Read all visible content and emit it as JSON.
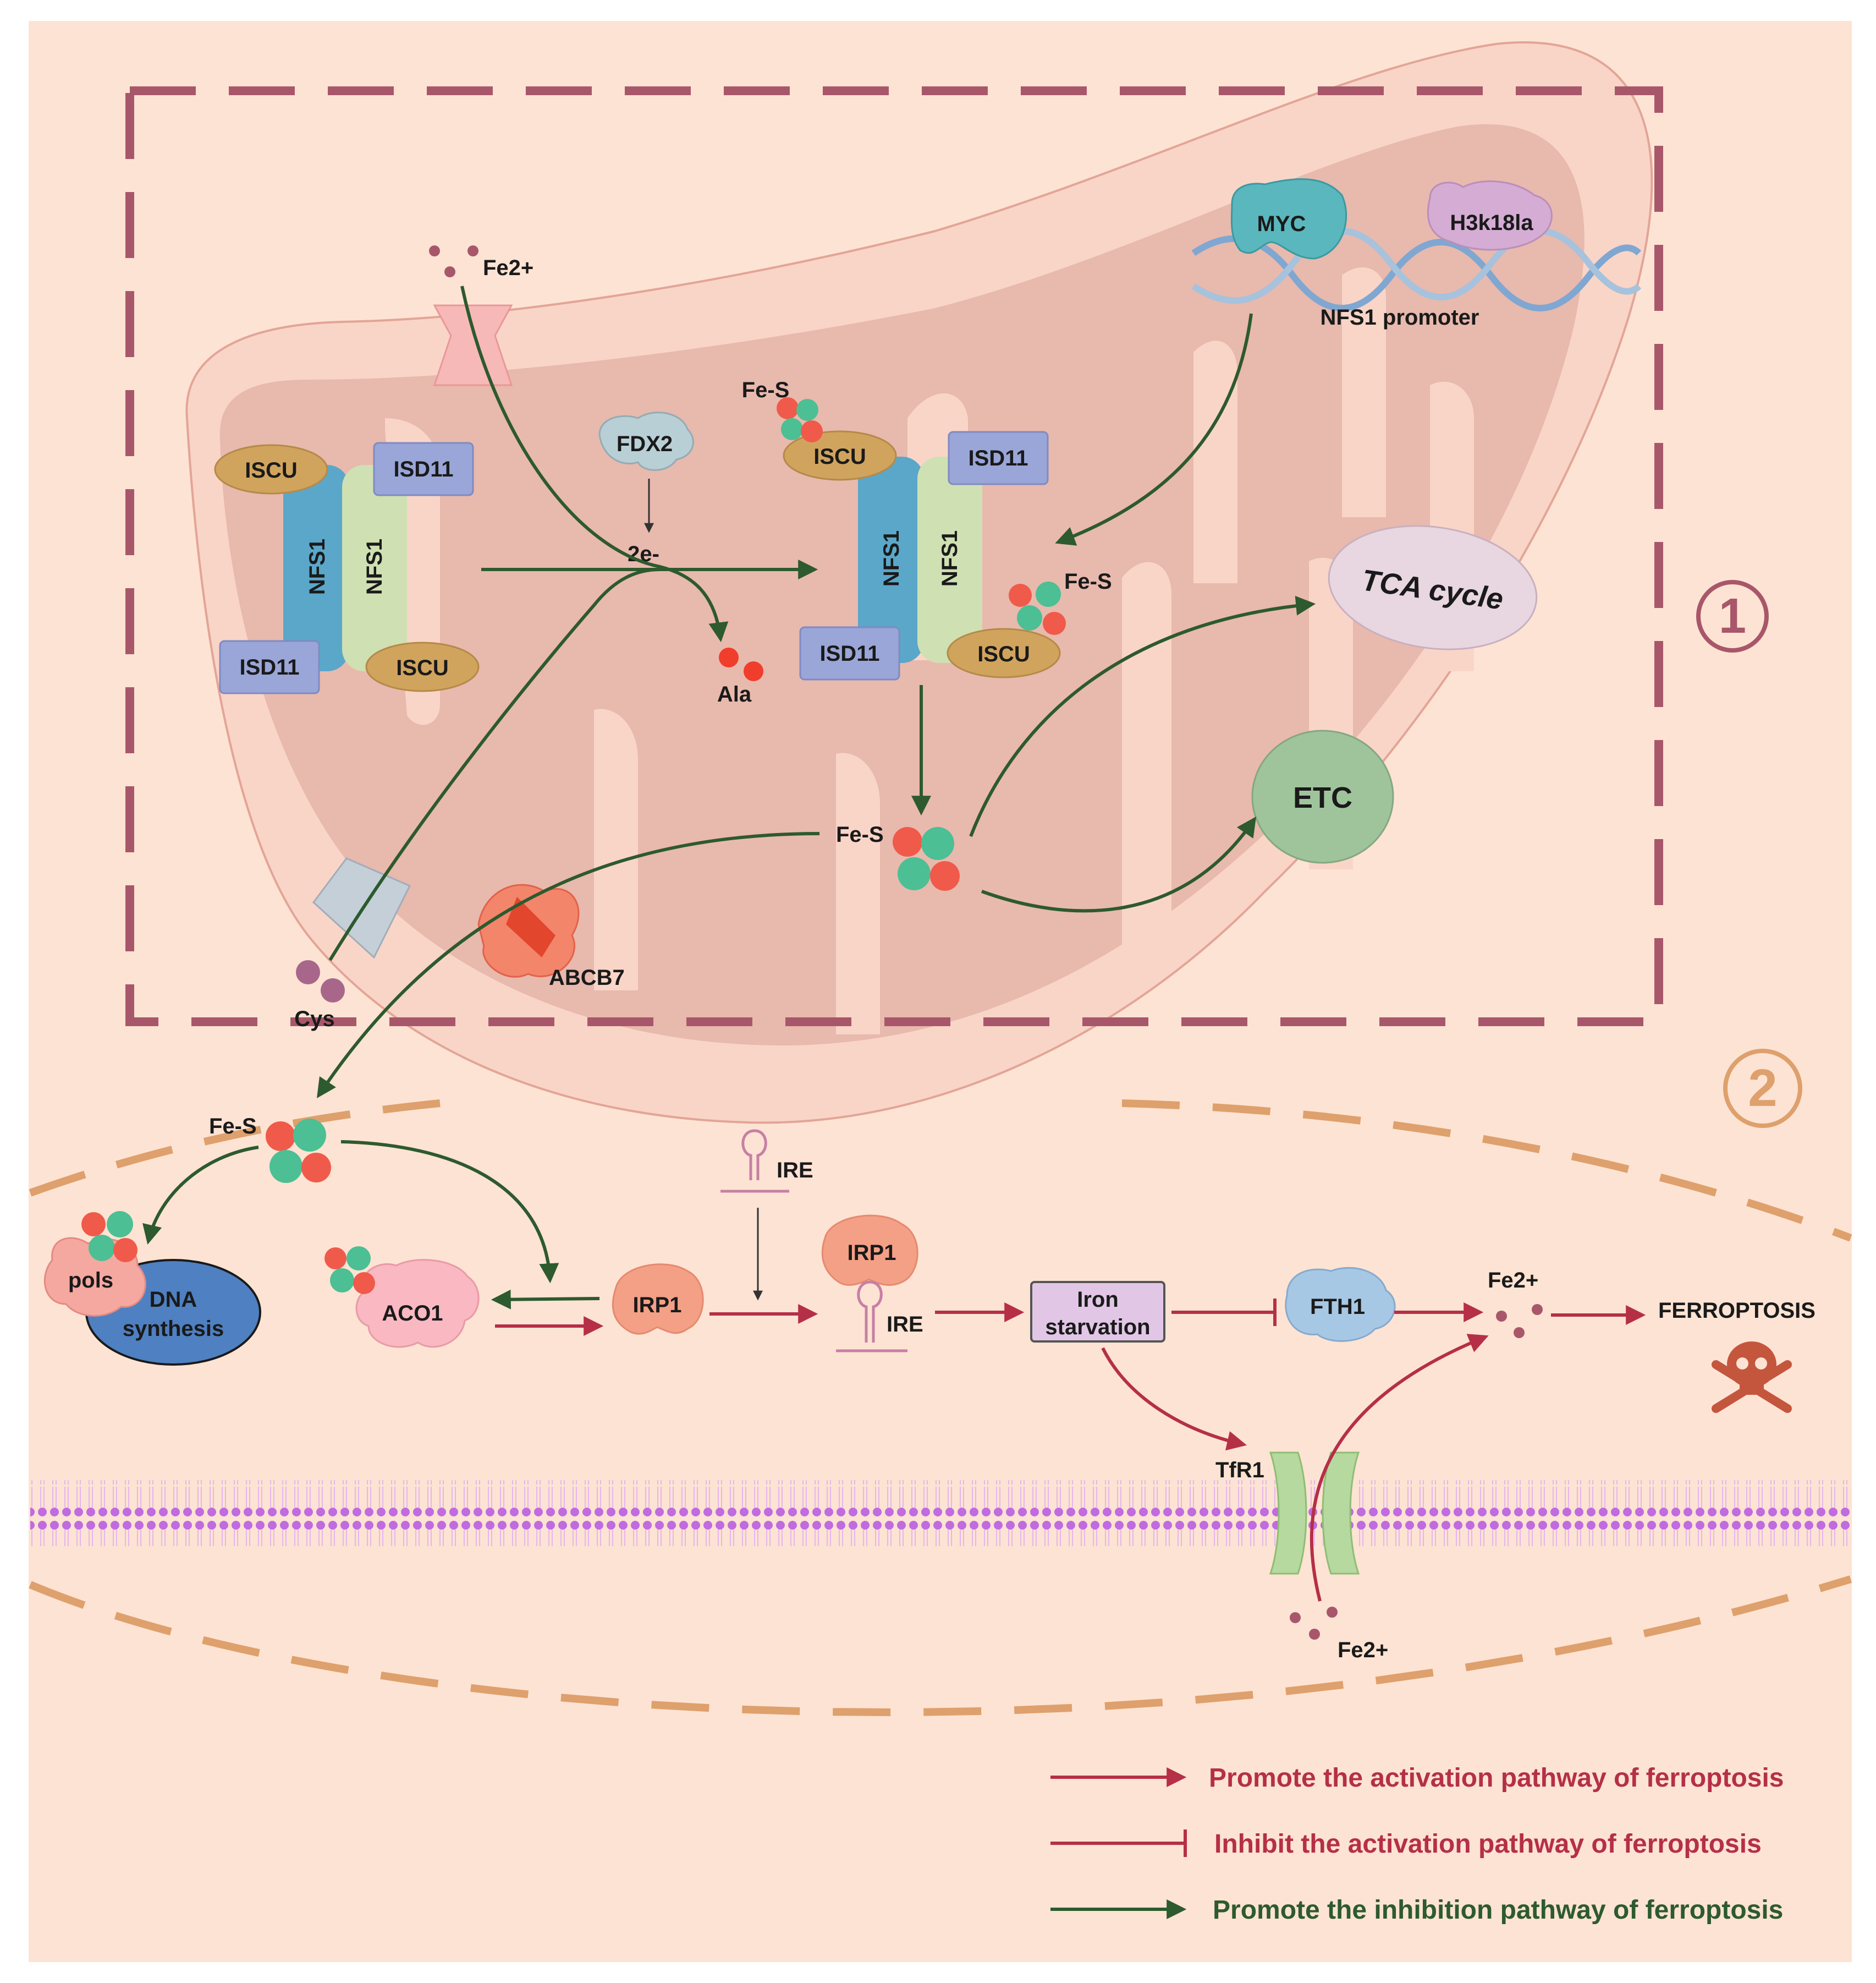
{
  "section_markers": {
    "one": "1",
    "two": "2"
  },
  "ions": {
    "fe2plus_top": "Fe2+",
    "fe2plus_cyto": "Fe2+",
    "fe2plus_out": "Fe2+"
  },
  "proteins": {
    "iscu": "ISCU",
    "isd11": "ISD11",
    "nfs1": "NFS1",
    "fdx2": "FDX2",
    "electrons": "2e-",
    "ala": "Ala",
    "cys": "Cys",
    "abcb7": "ABCB7",
    "myc": "MYC",
    "h3k18la": "H3k18la",
    "nfs1_promoter": "NFS1 promoter",
    "fes": "Fe-S",
    "tca": "TCA cycle",
    "etc": "ETC"
  },
  "cytosol": {
    "pols": "pols",
    "dna_line1": "DNA",
    "dna_line2": "synthesis",
    "aco1": "ACO1",
    "irp1": "IRP1",
    "ire": "IRE",
    "iron_line1": "Iron",
    "iron_line2": "starvation",
    "fth1": "FTH1",
    "tfr1": "TfR1",
    "ferroptosis": "FERROPTOSIS"
  },
  "legend": {
    "promote_activation": "Promote the activation pathway of ferroptosis",
    "inhibit_activation": "Inhibit the activation pathway of ferroptosis",
    "promote_inhibition": "Promote the inhibition pathway of ferroptosis"
  },
  "colors": {
    "background": "#fde3d3",
    "mito_outer": "#f9d5c8",
    "mito_inner": "#e8b9ad",
    "red_arrow": "#b52f47",
    "green_arrow": "#2d5a2e",
    "box1_dash": "#a8576a",
    "box2_dash": "#dea06c",
    "iscu": "#d1a45e",
    "isd11": "#9aa6d8",
    "nfs1_blue": "#5aa7c9",
    "nfs1_green": "#cfe0b2",
    "fes_red": "#f05a4a",
    "fes_teal": "#4cbf94",
    "membrane": "#c06be0"
  }
}
